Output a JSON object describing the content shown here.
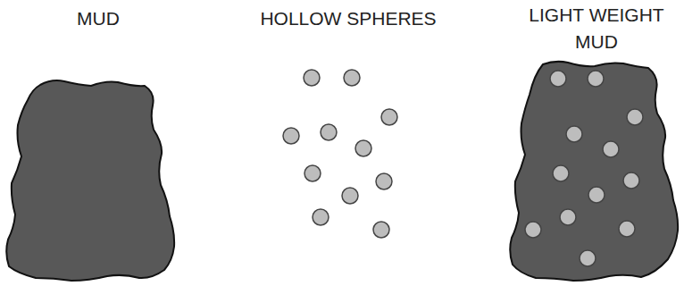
{
  "diagram": {
    "labels": [
      "MUD",
      "HOLLOW SPHERES",
      "LIGHT WEIGHT MUD"
    ]
  }
}
